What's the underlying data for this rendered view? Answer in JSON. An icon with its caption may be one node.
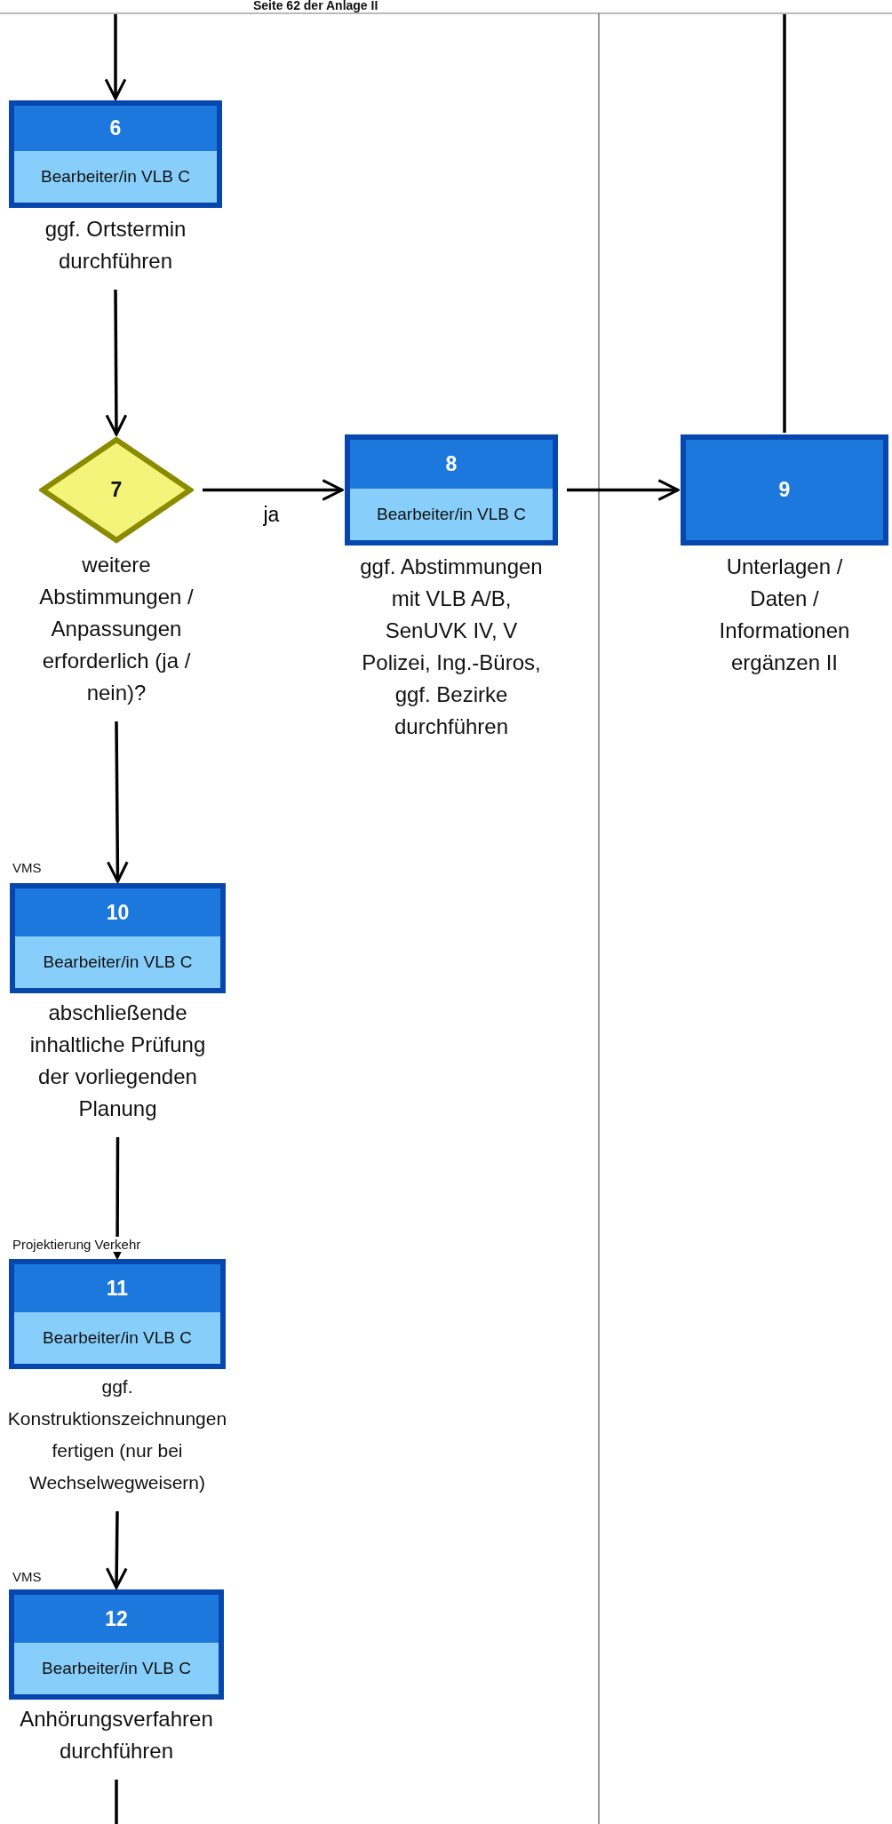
{
  "diagram": {
    "nodes": [
      {
        "text": [
          "6",
          "Bearbeiter/in VLB C"
        ],
        "beside": [
          "ggf. Ortstermin durchführen"
        ]
      },
      {
        "text": [
          "7"
        ],
        "beside": [
          "weitere Abstimmungen / Anpassungen erforderlich (ja / nein)?"
        ]
      },
      {
        "text": [
          "8",
          "Bearbeiter/in VLB C"
        ],
        "beside": [
          "ggf. Abstimmungen mit VLB A/B, SenUVK IV, V Polizei, Ing.-Büros, ggf. Bezirke durchführen"
        ]
      },
      {
        "text": [
          "9"
        ],
        "beside": [
          "Unterlagen / Daten / Informationen ergänzen II"
        ]
      },
      {
        "text": [
          "10",
          "Bearbeiter/in VLB C"
        ],
        "beside": [
          "abschließende inhaltliche Prüfung der vorliegenden Planung"
        ]
      },
      {
        "text": [
          "11",
          "Bearbeiter/in VLB C"
        ],
        "beside": [
          "ggf. Konstruktionszeichnungen fertigen (nur bei Wechselwegweisern)"
        ]
      },
      {
        "text": [
          "12",
          "Bearbeiter/in VLB C"
        ],
        "beside": [
          "Anhörungsverfahren durchführen"
        ]
      }
    ],
    "edges": [
      {
        "from": null,
        "to": 0,
        "arrow": "to"
      },
      {
        "from": 0,
        "to": 1,
        "arrow": "to"
      },
      {
        "from": 1,
        "to": 2,
        "arrow": "to",
        "label": "ja"
      },
      {
        "from": 2,
        "to": 3,
        "arrow": "to"
      },
      {
        "from": null,
        "to": 3,
        "arrow": "none"
      },
      {
        "from": 1,
        "to": 4,
        "arrow": "to"
      },
      {
        "from": 4,
        "to": 5,
        "arrow": "to"
      },
      {
        "from": 5,
        "to": 6,
        "arrow": "to"
      },
      {
        "from": 6,
        "to": null,
        "arrow": "none"
      }
    ],
    "labels": [
      "Seite 62 der Anlage II",
      "VMS",
      "Projektierung Verkehr",
      "VMS"
    ]
  }
}
